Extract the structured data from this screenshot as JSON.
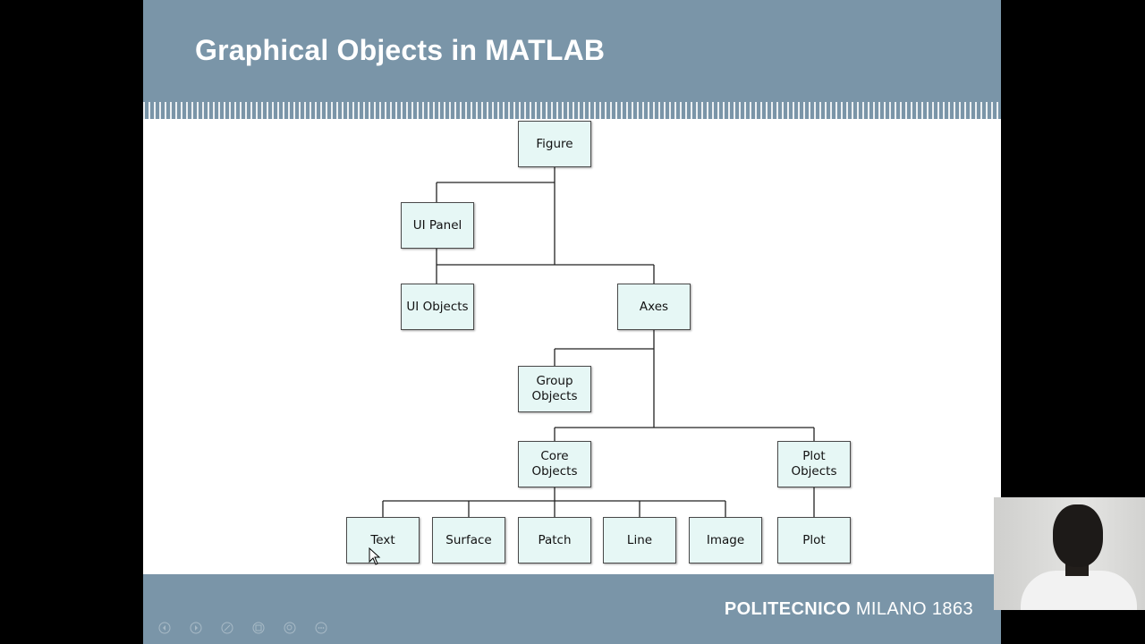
{
  "slide": {
    "title": "Graphical Objects in MATLAB",
    "brand_bold": "POLITECNICO",
    "brand_rest": " MILANO 1863",
    "header_color": "#7a95a8",
    "node_fill": "#e6f7f5"
  },
  "diagram": {
    "nodes": {
      "figure": "Figure",
      "ui_panel": "UI Panel",
      "ui_objects": "UI Objects",
      "axes": "Axes",
      "group_objects": "Group\nObjects",
      "core_objects": "Core\nObjects",
      "plot_objects": "Plot\nObjects",
      "text": "Text",
      "surface": "Surface",
      "patch": "Patch",
      "line": "Line",
      "image": "Image",
      "plot": "Plot"
    }
  },
  "player_controls": [
    "previous-icon",
    "next-icon",
    "pen-icon",
    "slides-icon",
    "zoom-icon",
    "more-icon"
  ]
}
